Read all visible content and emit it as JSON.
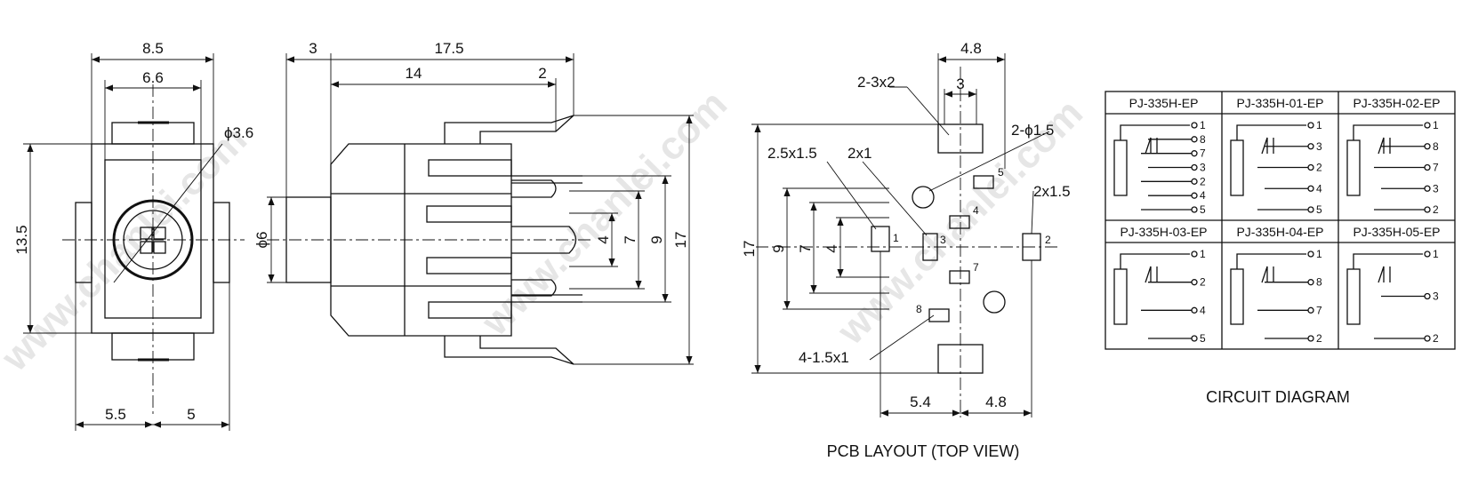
{
  "front_view": {
    "width_outer": "8.5",
    "width_inner": "6.6",
    "hole_dia": "ϕ3.6",
    "height": "13.5",
    "bottom_left": "5.5",
    "bottom_right": "5"
  },
  "side_view": {
    "dim_3": "3",
    "dim_17_5": "17.5",
    "dim_14": "14",
    "dim_2": "2",
    "dia_6": "ϕ6",
    "dim_4": "4",
    "dim_7": "7",
    "dim_9": "9",
    "dim_17": "17"
  },
  "pcb_layout": {
    "title": "PCB LAYOUT (TOP VIEW)",
    "top_width": "4.8",
    "top_inner": "3",
    "pad_2_3x2": "2-3x2",
    "pad_2x1": "2x1",
    "pad_2_5x1_5": "2.5x1.5",
    "hole_2_1_5": "2-ϕ1.5",
    "pad_2x1_5": "2x1.5",
    "pad_4_1_5x1": "4-1.5x1",
    "dim_17": "17",
    "dim_9": "9",
    "dim_7": "7",
    "dim_4": "4",
    "bottom_left": "5.4",
    "bottom_right": "4.8",
    "pins": [
      "1",
      "2",
      "3",
      "4",
      "5",
      "7",
      "8"
    ]
  },
  "circuit": {
    "title": "CIRCUIT DIAGRAM",
    "cells": [
      {
        "name": "PJ-335H-EP",
        "pins": [
          "1",
          "8",
          "7",
          "3",
          "2",
          "4",
          "5"
        ]
      },
      {
        "name": "PJ-335H-01-EP",
        "pins": [
          "1",
          "3",
          "2",
          "4",
          "5"
        ]
      },
      {
        "name": "PJ-335H-02-EP",
        "pins": [
          "1",
          "8",
          "7",
          "3",
          "2"
        ]
      },
      {
        "name": "PJ-335H-03-EP",
        "pins": [
          "1",
          "2",
          "4",
          "5"
        ]
      },
      {
        "name": "PJ-335H-04-EP",
        "pins": [
          "1",
          "8",
          "7",
          "2"
        ]
      },
      {
        "name": "PJ-335H-05-EP",
        "pins": [
          "1",
          "3",
          "2"
        ]
      }
    ]
  },
  "watermark": "www.chanlei.com"
}
